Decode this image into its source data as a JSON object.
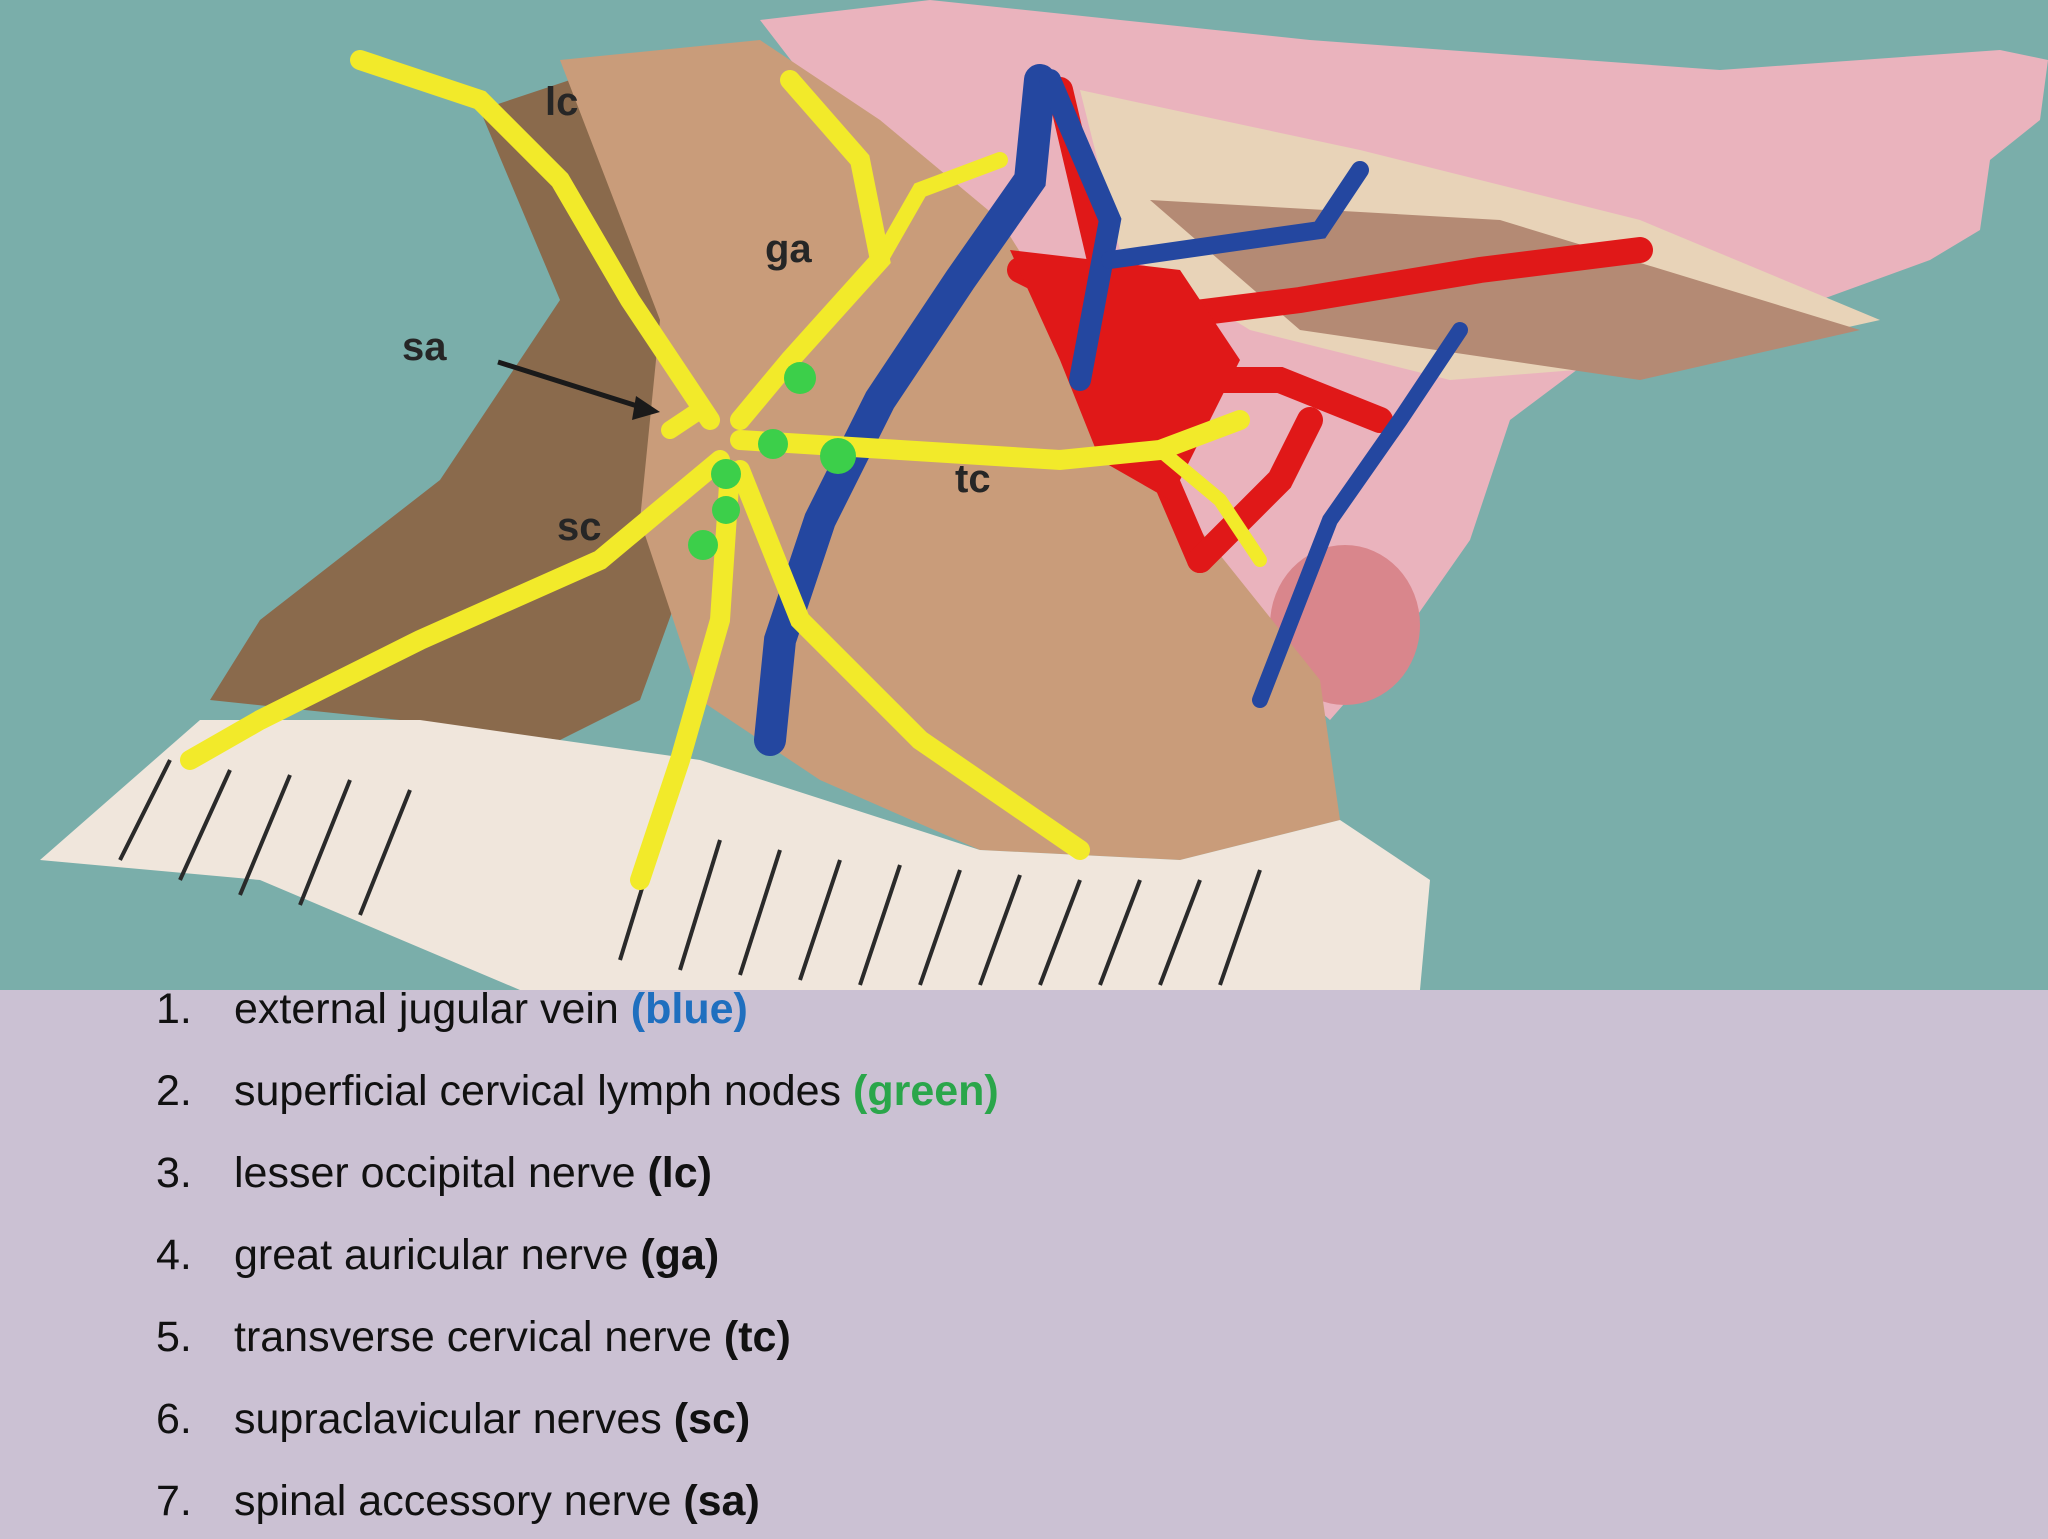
{
  "figure_labels": {
    "lc": "lc",
    "ga": "ga",
    "sa": "sa",
    "sc": "sc",
    "tc": "tc"
  },
  "legend": [
    {
      "num": "1.",
      "text": "external jugular vein",
      "code": "(blue)",
      "color": "#1f6fbf"
    },
    {
      "num": "2.",
      "text": "superficial cervical lymph nodes",
      "code": "(green)",
      "color": "#2aa64a"
    },
    {
      "num": "3.",
      "text": "lesser occipital nerve",
      "code": "(lc)",
      "color": "#111111"
    },
    {
      "num": "4.",
      "text": "great auricular nerve",
      "code": "(ga)",
      "color": "#111111"
    },
    {
      "num": "5.",
      "text": "transverse cervical nerve",
      "code": "(tc)",
      "color": "#111111"
    },
    {
      "num": "6.",
      "text": "supraclavicular nerves",
      "code": "(sc)",
      "color": "#111111"
    },
    {
      "num": "7.",
      "text": "spinal accessory nerve",
      "code": "(sa)",
      "color": "#111111"
    }
  ],
  "colors": {
    "background_top": "#7aaeaa",
    "background_bottom": "#cbc1d3",
    "nerve": "#f2ea2a",
    "vein": "#2447a0",
    "artery": "#e01818",
    "lymph_node": "#3ccf4a",
    "muscle": "#c79a78",
    "skin": "#eab3bd"
  }
}
